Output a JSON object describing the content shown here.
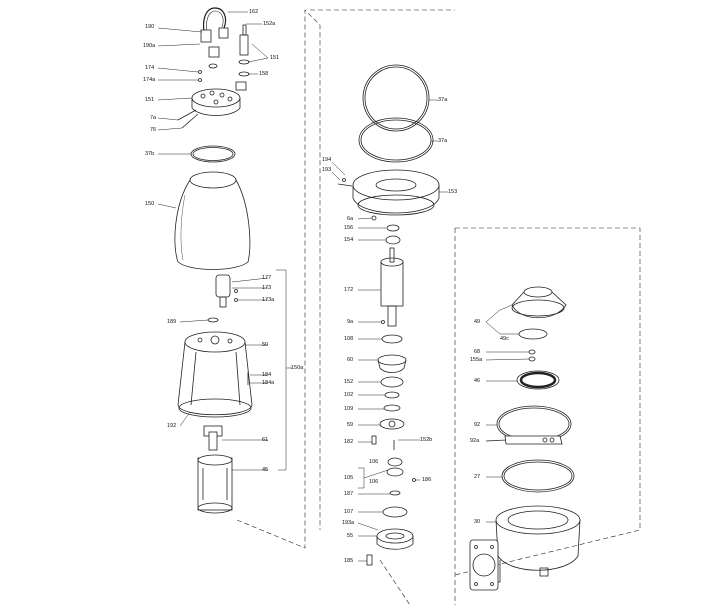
{
  "labels": {
    "left": [
      "190",
      "190a",
      "174",
      "174a",
      "151",
      "7a",
      "76",
      "37b",
      "150",
      "189",
      "192",
      "162",
      "152a",
      "158",
      "151",
      "177",
      "173",
      "173a",
      "50",
      "184",
      "184a",
      "150a",
      "61",
      "45"
    ],
    "middle": [
      "37a",
      "37a",
      "194",
      "193",
      "153",
      "6a",
      "156",
      "154",
      "172",
      "9a",
      "108",
      "60",
      "152",
      "102",
      "109",
      "59",
      "182",
      "152b",
      "105",
      "106",
      "106",
      "186",
      "187",
      "107",
      "193a",
      "55",
      "185"
    ],
    "right": [
      "49",
      "49c",
      "68",
      "155a",
      "46",
      "92",
      "92a",
      "27",
      "30"
    ]
  }
}
